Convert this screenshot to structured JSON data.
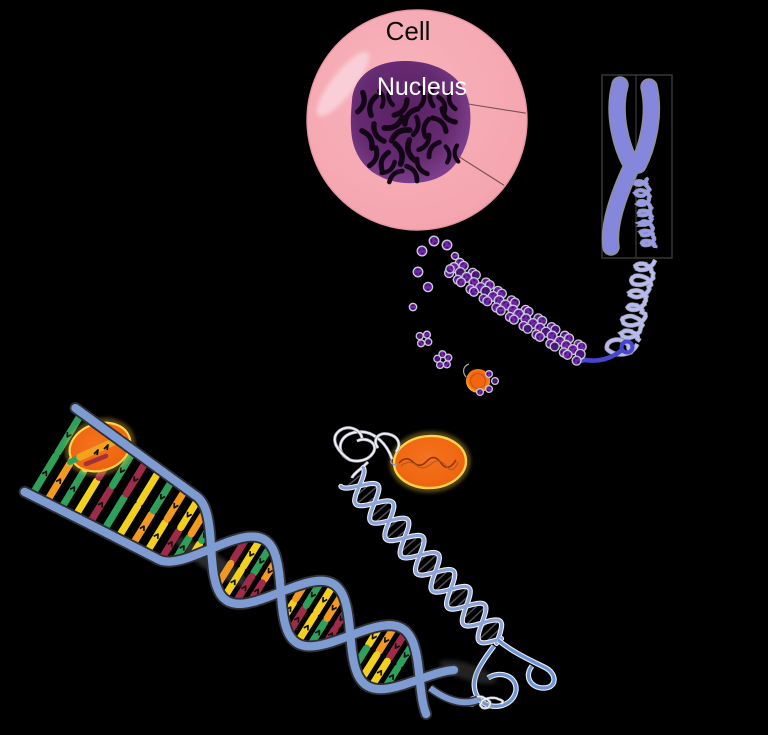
{
  "labels": {
    "cell": "Cell",
    "nucleus": "Nucleus"
  },
  "palette": {
    "background": "#000000",
    "cell_body": "#F5A6B0",
    "cell_body_light": "#F8B3BC",
    "cell_edge": "#EF9AA7",
    "cell_highlight": "#FAD0D9",
    "nucleus_center": "#5A2164",
    "nucleus_edge": "#8C4C9B",
    "cell_label_color": "#0B0B0B",
    "nucleus_label_color": "#FFFFFF",
    "nuclear_chromosomes": "#150617",
    "inset_border": "#3B3B3B",
    "chromosome_fill": "#8487DC",
    "chromosome_outline": "#8F8F9E",
    "squiggle_core": "#979BE8",
    "spring_core": "#B7BBEC",
    "loop_casing": "#8C8C9A",
    "ribbon_blue": "#4646CE",
    "bead_fill": "#6F28A6",
    "bead_fill_dark": "#4A1B7A",
    "bead_ring": "#CACBD8",
    "bead_inner": "#3E1168",
    "histone_fill": "#F2660F",
    "histone_glow": "#FFC81E",
    "lens_fill": "#F4731F",
    "lens_fill_deep": "#ED5C0E",
    "lens_border": "#FED24A",
    "plain_core": "#8CA4D8",
    "plain_casing": "#EFEFF5",
    "plain_rung": "#4F4F58",
    "flourish_core": "#6E96D6",
    "dna_core": "#7E9BD2",
    "dna_casing": "#2F2F33",
    "base_green": "#2FA05A",
    "base_yellow": "#F3D01E",
    "base_red": "#9E2B47",
    "base_orange": "#F29A1F",
    "lens_bar_yellow": "#EFA41C",
    "lens_bar_red": "#9C2D41",
    "lens_squiggle": "#8A3110"
  },
  "base_pair_sequence": [
    [
      "g",
      "g"
    ],
    [
      "o",
      "y"
    ],
    [
      "g",
      "y"
    ],
    [
      "y",
      "r"
    ],
    [
      "r",
      "g"
    ],
    [
      "g",
      "r"
    ],
    [
      "y",
      "y"
    ],
    [
      "o",
      "g"
    ],
    [
      "y",
      "o"
    ],
    [
      "r",
      "y"
    ],
    [
      "g",
      "o"
    ],
    [
      "y",
      "g"
    ],
    [
      "r",
      "o"
    ],
    [
      "y",
      "y"
    ],
    [
      "g",
      "r"
    ],
    [
      "o",
      "r"
    ],
    [
      "y",
      "o"
    ],
    [
      "r",
      "g"
    ],
    [
      "y",
      "y"
    ],
    [
      "g",
      "o"
    ],
    [
      "r",
      "r"
    ],
    [
      "y",
      "g"
    ],
    [
      "o",
      "y"
    ],
    [
      "r",
      "y"
    ],
    [
      "g",
      "g"
    ],
    [
      "y",
      "o"
    ],
    [
      "r",
      "g"
    ],
    [
      "y",
      "y"
    ]
  ]
}
